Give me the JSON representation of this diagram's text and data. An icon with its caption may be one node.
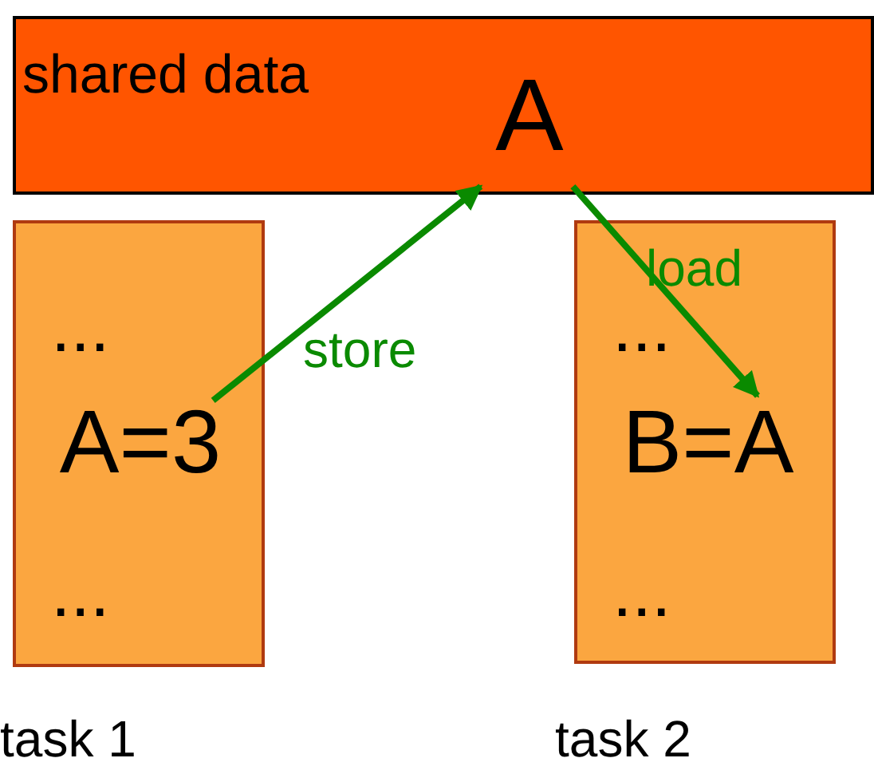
{
  "diagram": {
    "nodes": [
      {
        "text": [
          "shared data"
        ]
      },
      {
        "text": [
          "A"
        ],
        "in": 0
      },
      {
        "text": [
          "...",
          "..."
        ],
        "beside": [
          "task 1"
        ]
      },
      {
        "text": [
          "A=3"
        ],
        "in": 2
      },
      {
        "text": [
          "...",
          "..."
        ],
        "beside": [
          "task 2"
        ]
      },
      {
        "text": [
          "B=A"
        ],
        "in": 4
      }
    ],
    "edges": [
      {
        "from": 3,
        "to": 1,
        "arrow": "to",
        "label": "store"
      },
      {
        "from": 1,
        "to": 5,
        "arrow": "to",
        "label": "load"
      }
    ]
  }
}
